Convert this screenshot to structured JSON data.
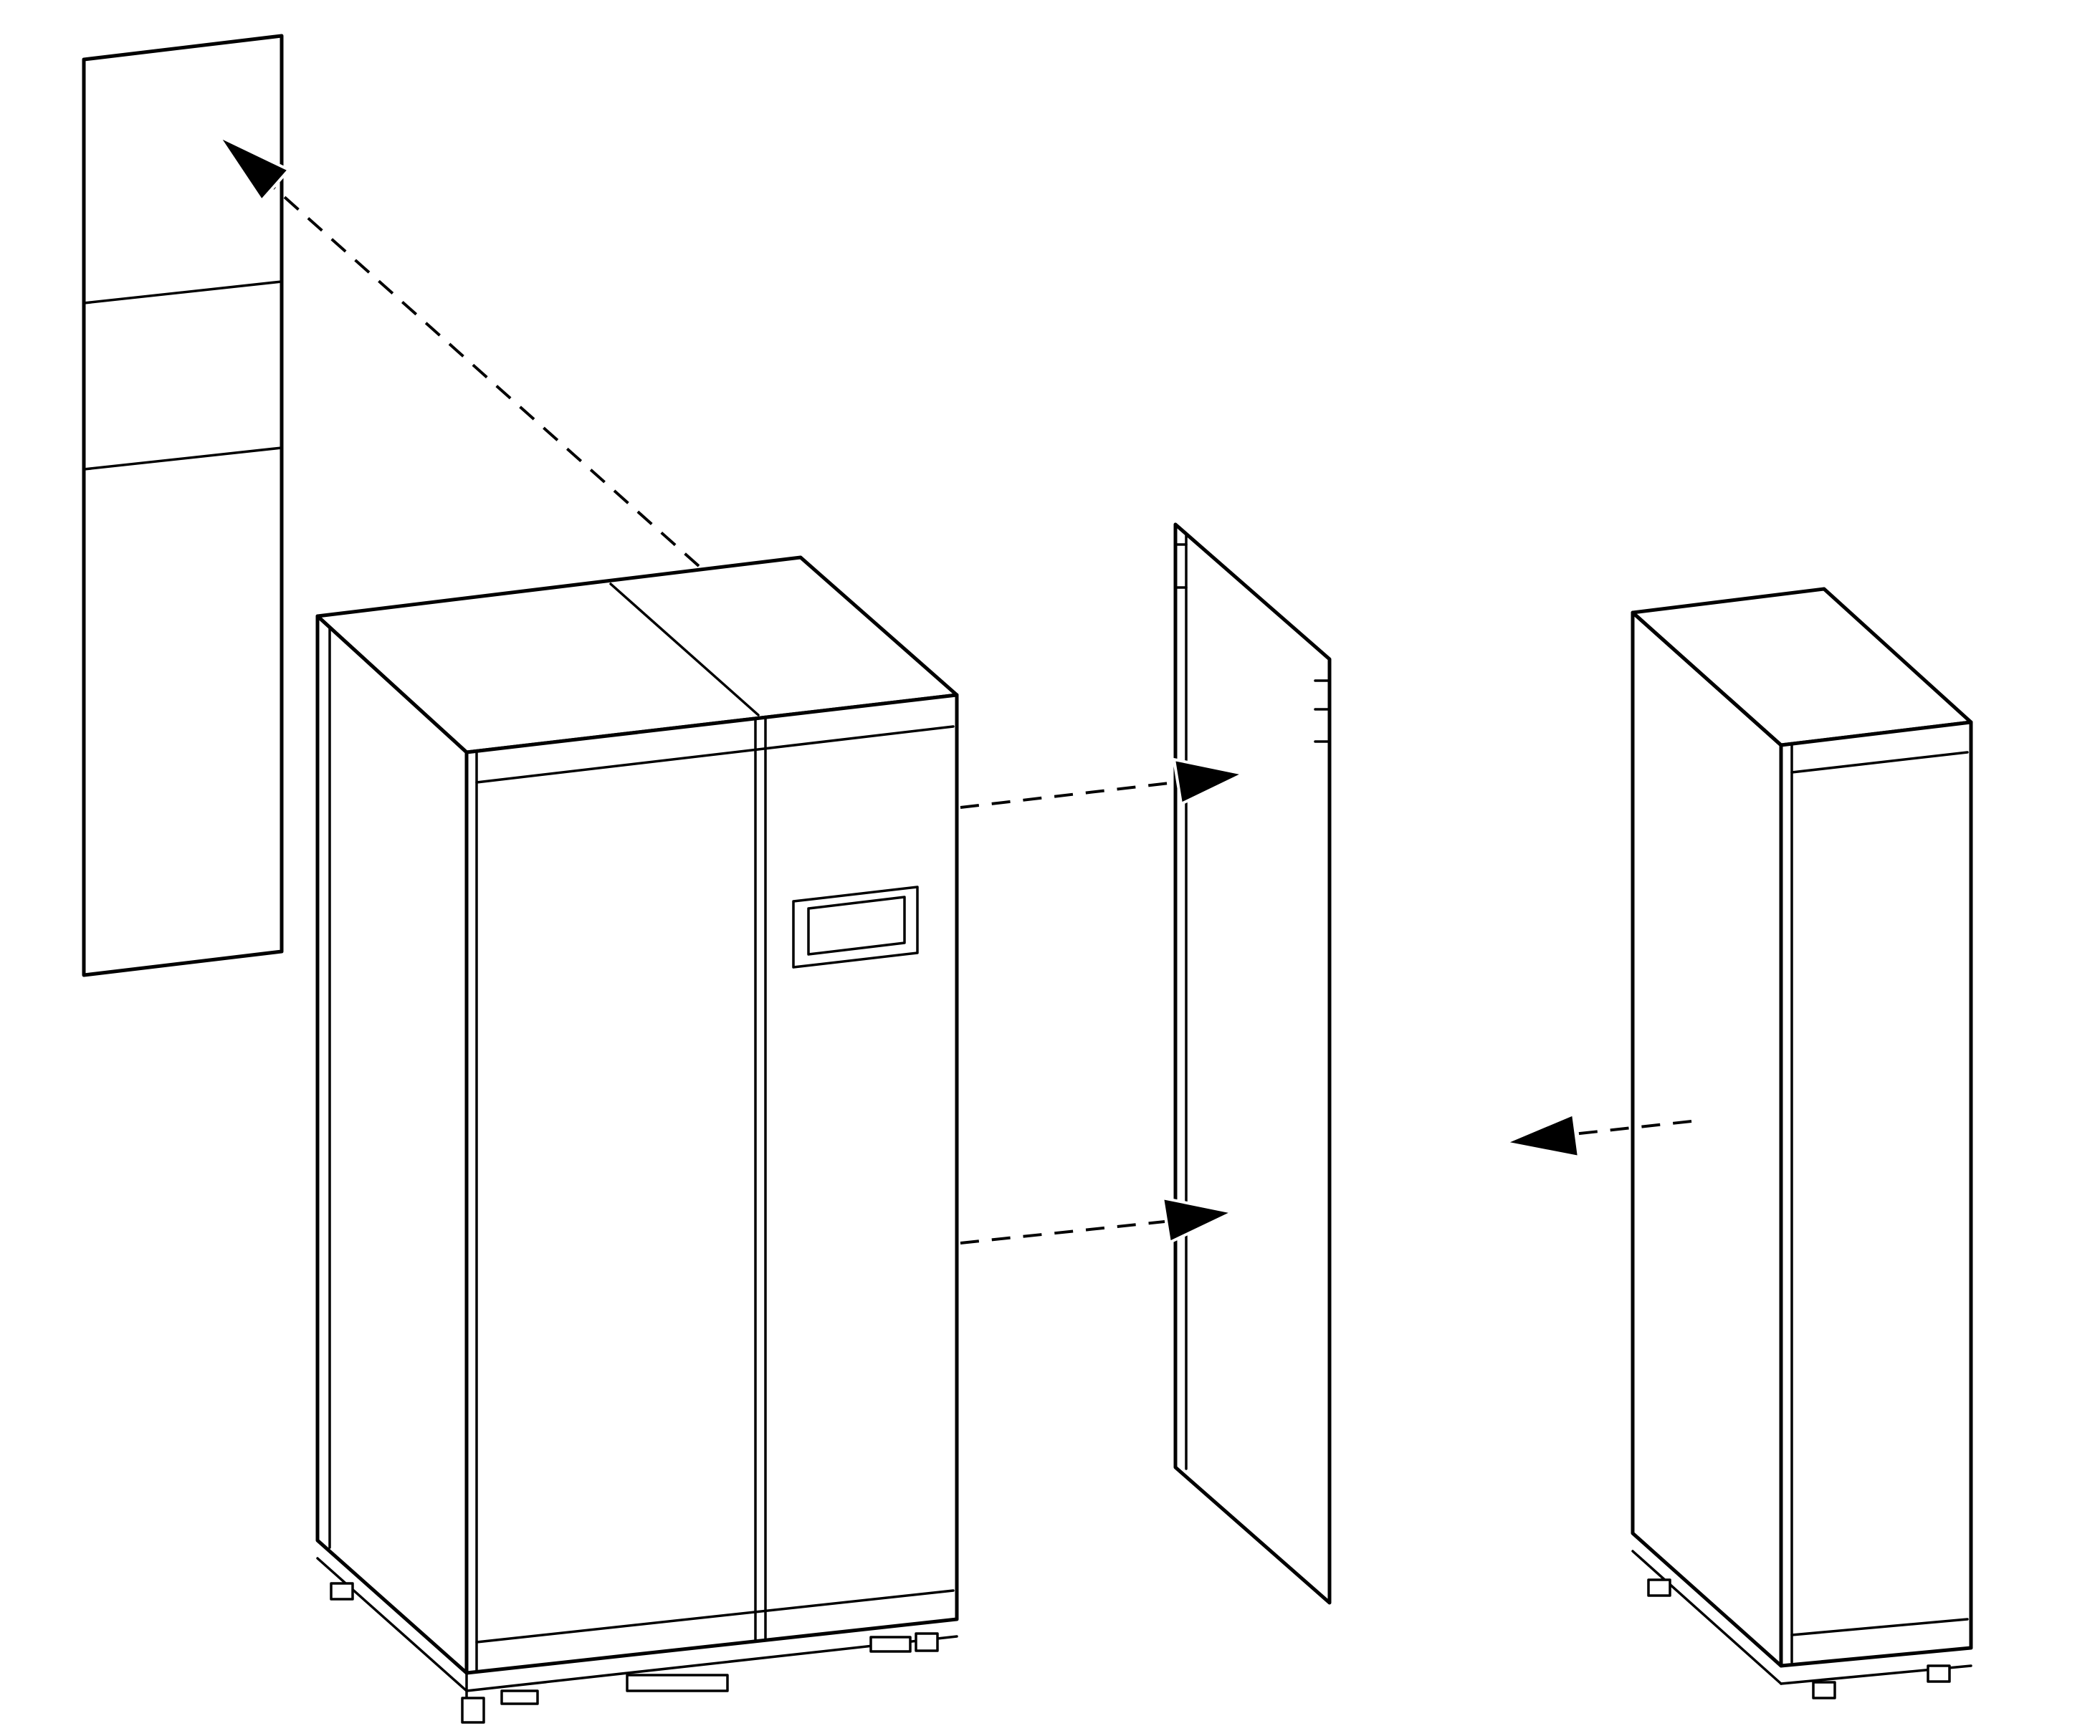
{
  "colors": {
    "panel_highlight": "#00ff00",
    "outline": "#000000",
    "background": "#ffffff"
  },
  "parts": [
    {
      "id": "top-cover-panel",
      "highlighted": true
    },
    {
      "id": "main-cabinet",
      "highlighted": false
    },
    {
      "id": "side-panel",
      "highlighted": true
    },
    {
      "id": "side-cabinet",
      "highlighted": true
    }
  ],
  "icons": [
    "arrow-head-icon",
    "dashed-direction-arrow"
  ]
}
